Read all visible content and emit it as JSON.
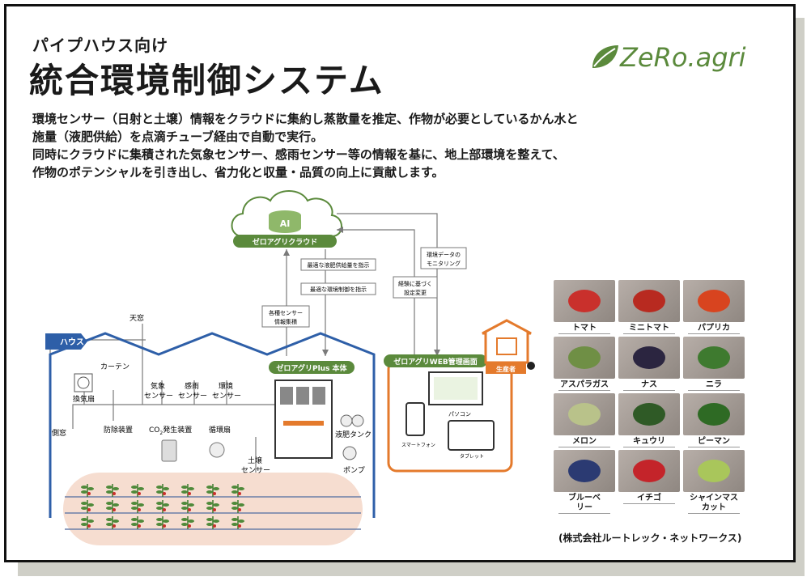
{
  "header": {
    "subtitle": "パイプハウス向け",
    "title": "統合環境制御システム",
    "logo_text": "ZeRo.agri"
  },
  "description": [
    "環境センサー（日射と土壌）情報をクラウドに集約し蒸散量を推定、作物が必要としているかん水と",
    "施量（液肥供給）を点滴チューブ経由で自動で実行。",
    "同時にクラウドに集積された気象センサー、感雨センサー等の情報を基に、地上部環境を整えて、",
    "作物のポテンシャルを引き出し、省力化と収量・品質の向上に貢献します。"
  ],
  "diagram": {
    "cloud_ai": "AI",
    "cloud_label": "ゼロアグリクラウド",
    "house_label": "ハウス",
    "skylight": "天窓",
    "curtain": "カーテン",
    "ventilation_fan": "換気扇",
    "side_window": "側窓",
    "pest_device": "防除装置",
    "co2_device_prefix": "CO",
    "co2_device_sub": "2",
    "co2_device_suffix": "発生装置",
    "circulation_fan": "循環扇",
    "weather_sensor": [
      "気象",
      "センサー"
    ],
    "rain_sensor": [
      "感雨",
      "センサー"
    ],
    "env_sensor": [
      "環境",
      "センサー"
    ],
    "soil_sensor": [
      "土壌",
      "センサー"
    ],
    "sensor_collection": [
      "各種センサー",
      "情報集積"
    ],
    "instruction_fertilizer": "最適な液肥供給量を指示",
    "instruction_env": "最適な環境制御を指示",
    "plus_unit": "ゼロアグリPlus 本体",
    "liquid_tank": "液肥タンク",
    "pump": "ポンプ",
    "web_screen": "ゼロアグリWEB管理画面",
    "producer": "生産者",
    "monitoring": [
      "環境データの",
      "モニタリング"
    ],
    "experience_settings": [
      "経験に基づく",
      "設定変更"
    ],
    "pc": "パソコン",
    "smartphone": "スマートフォン",
    "tablet": "タブレット"
  },
  "produce": [
    {
      "name": "トマト",
      "color": "#c9302c"
    },
    {
      "name": "ミニトマト",
      "color": "#b82a20"
    },
    {
      "name": "パプリカ",
      "color": "#d8441f"
    },
    {
      "name": "アスパラガス",
      "color": "#6f8f45"
    },
    {
      "name": "ナス",
      "color": "#2b2540"
    },
    {
      "name": "ニラ",
      "color": "#3e7a2f"
    },
    {
      "name": "メロン",
      "color": "#b9c28a"
    },
    {
      "name": "キュウリ",
      "color": "#2f5a26"
    },
    {
      "name": "ピーマン",
      "color": "#2e6a24"
    },
    {
      "name": "ブルーベ\nリー",
      "color": "#2b3a72"
    },
    {
      "name": "イチゴ",
      "color": "#c4242a"
    },
    {
      "name": "シャインマス\nカット",
      "color": "#a9c65b"
    }
  ],
  "company": "(株式会社ルートレック・ネットワークス)",
  "colors": {
    "green": "#5b8a3c",
    "orange": "#e47a2c",
    "house_blue": "#2e5fa8",
    "field_pink": "#f6ddd0"
  }
}
